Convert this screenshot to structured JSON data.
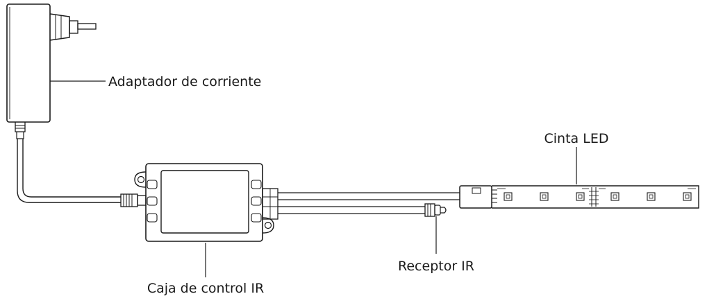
{
  "labels": {
    "power_adapter": "Adaptador de corriente",
    "led_strip": "Cinta LED",
    "ir_receiver": "Receptor IR",
    "ir_control_box": "Caja de control IR"
  }
}
